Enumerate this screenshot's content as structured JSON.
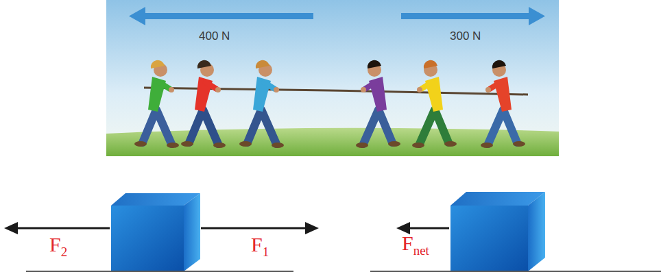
{
  "diagram": {
    "labels": [
      "400 N",
      "300 N",
      "F2",
      "F1",
      "Fnet"
    ]
  }
}
